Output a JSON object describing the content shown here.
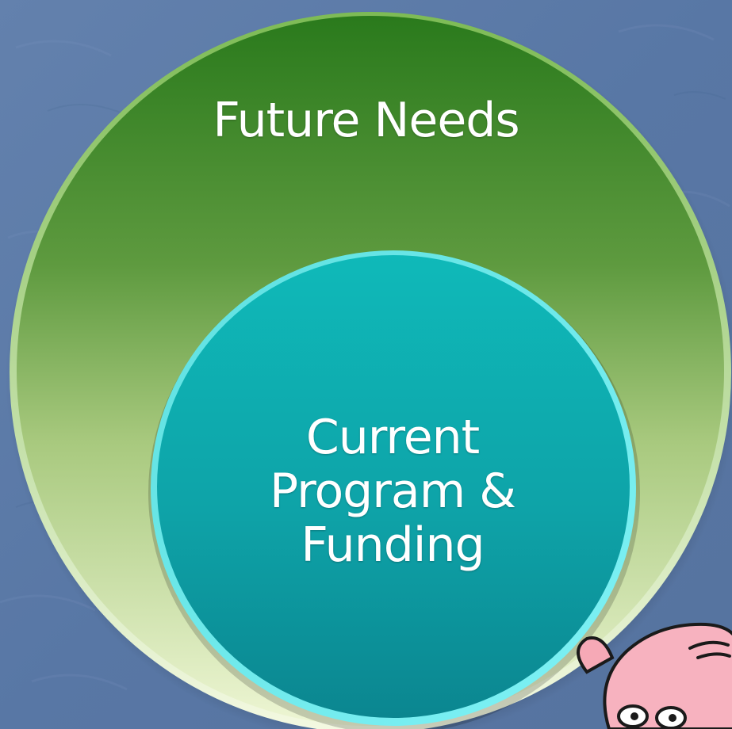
{
  "diagram": {
    "outer_circle": {
      "label": "Future Needs",
      "color_top": "#2d7b1e",
      "color_bottom": "#e8f2c8"
    },
    "inner_circle": {
      "label_lines": [
        "Current",
        "Program &",
        "Funding"
      ],
      "color_top": "#14b5b5",
      "color_bottom": "#0f8a90"
    }
  },
  "background": {
    "color": "#5b79a6"
  },
  "decoration": {
    "mascot": "pink-cartoon-face-icon"
  }
}
